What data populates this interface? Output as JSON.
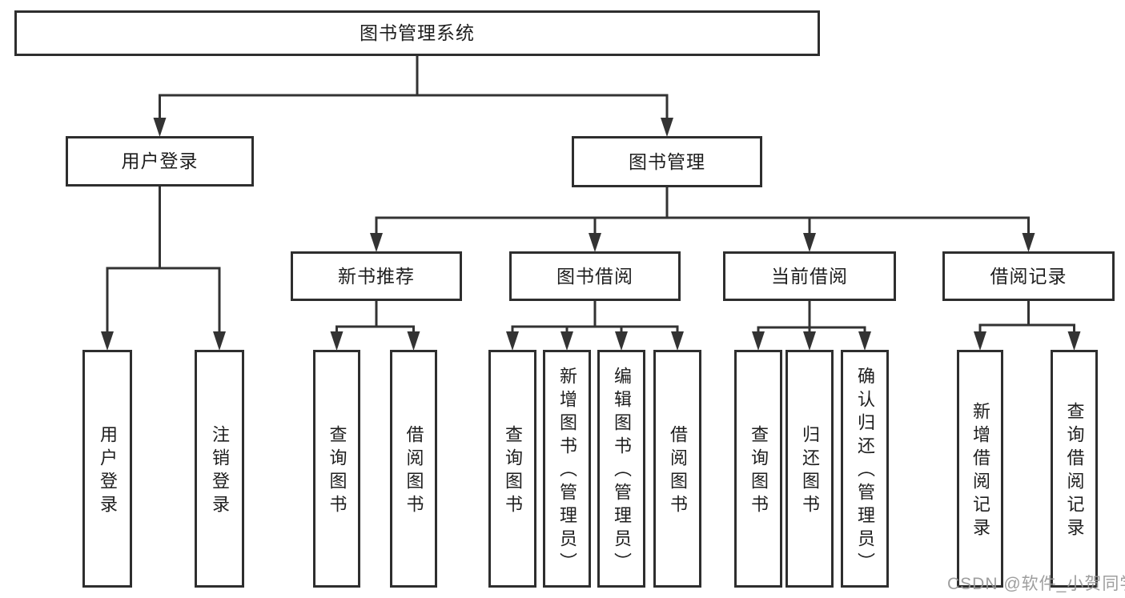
{
  "diagram": {
    "type": "tree",
    "orientation": "top-down"
  },
  "colors": {
    "line": "#333333",
    "box_border": "#2e2e2e",
    "box_background": "#ffffff",
    "text": "#1e1e1e",
    "watermark": "#969696"
  },
  "watermark": "CSDN @软件_小贺同学",
  "nodes": {
    "root": {
      "label": "图书管理系统"
    },
    "user": {
      "label": "用户登录"
    },
    "book": {
      "label": "图书管理"
    },
    "new_rec": {
      "label": "新书推荐"
    },
    "borrow": {
      "label": "图书借阅"
    },
    "current": {
      "label": "当前借阅"
    },
    "record": {
      "label": "借阅记录"
    },
    "user_login": {
      "label": "用户登录"
    },
    "user_logout": {
      "label": "注销登录"
    },
    "new_query": {
      "label": "查询图书"
    },
    "new_borrow": {
      "label": "借阅图书"
    },
    "borrow_query": {
      "label": "查询图书"
    },
    "borrow_add": {
      "label": "新增图书（管理员）"
    },
    "borrow_edit": {
      "label": "编辑图书（管理员）"
    },
    "borrow_borrow": {
      "label": "借阅图书"
    },
    "current_query": {
      "label": "查询图书"
    },
    "current_return": {
      "label": "归还图书"
    },
    "current_confirm": {
      "label": "确认归还（管理员）"
    },
    "record_add": {
      "label": "新增借阅记录"
    },
    "record_query": {
      "label": "查询借阅记录"
    }
  },
  "hierarchy": {
    "root": [
      "user",
      "book"
    ],
    "user": [
      "user_login",
      "user_logout"
    ],
    "book": [
      "new_rec",
      "borrow",
      "current",
      "record"
    ],
    "new_rec": [
      "new_query",
      "new_borrow"
    ],
    "borrow": [
      "borrow_query",
      "borrow_add",
      "borrow_edit",
      "borrow_borrow"
    ],
    "current": [
      "current_query",
      "current_return",
      "current_confirm"
    ],
    "record": [
      "record_add",
      "record_query"
    ]
  }
}
